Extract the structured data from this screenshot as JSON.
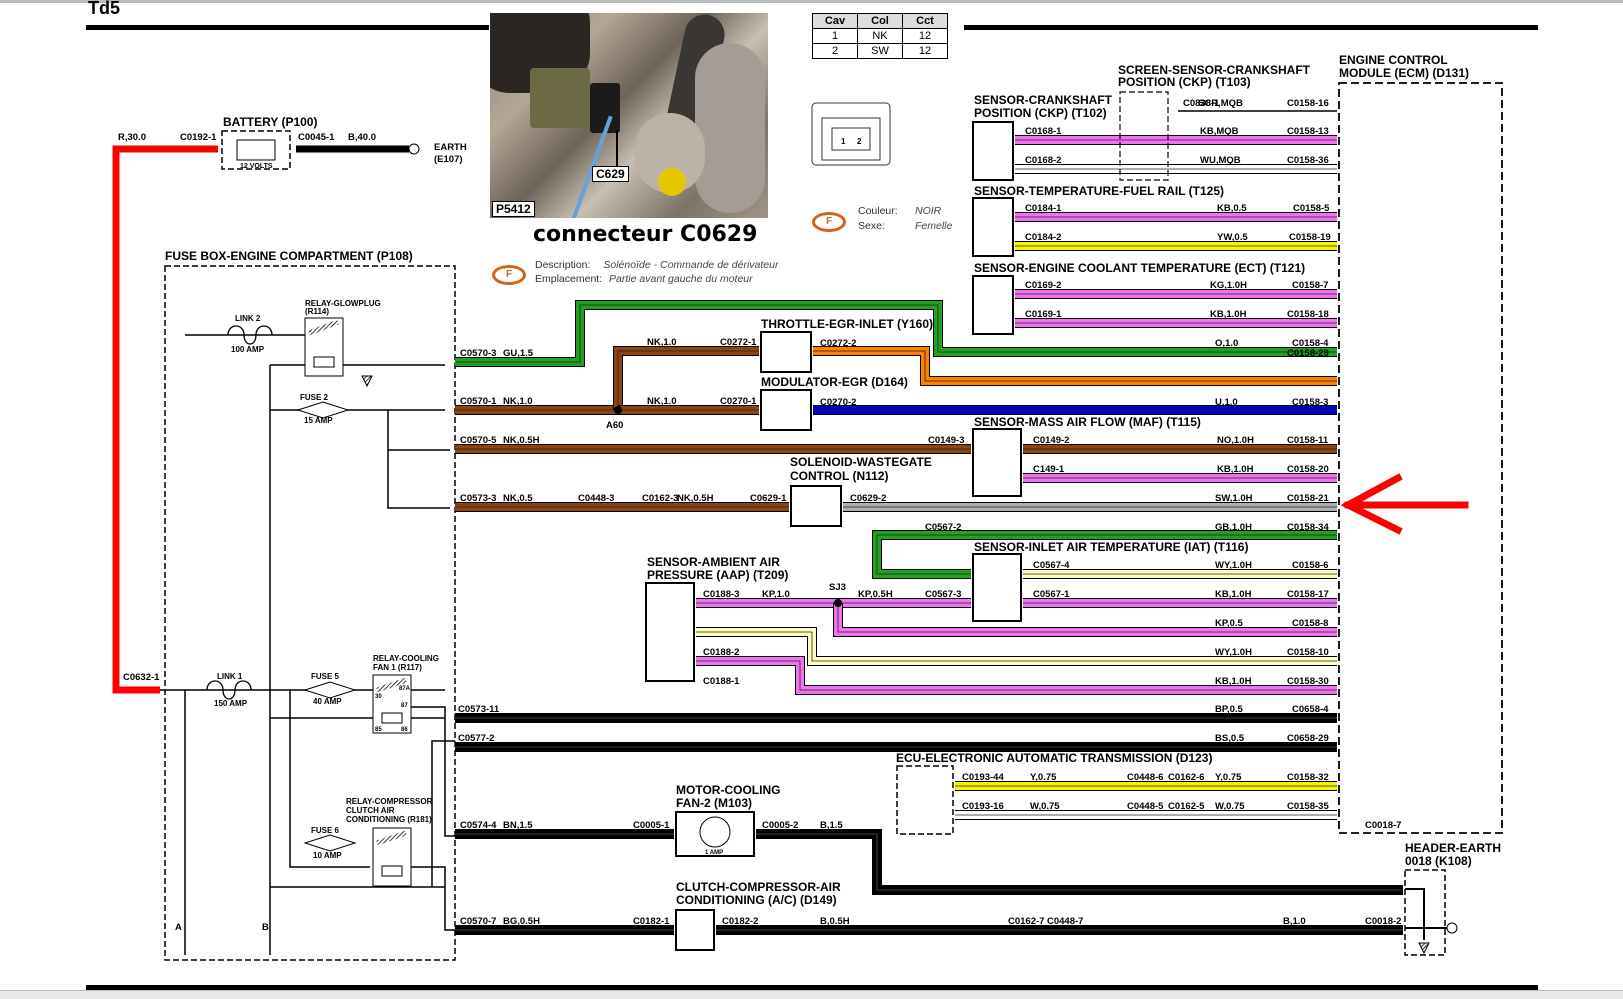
{
  "header": {
    "title": "Td5"
  },
  "photo": {
    "ref": "P5412",
    "pointer_label": "C629"
  },
  "connector": {
    "title": "connecteur C0629",
    "description_label": "Description:",
    "description_value": "Solénoïde - Commande de dérivateur",
    "location_label": "Emplacement:",
    "location_value": "Partie avant gauche du moteur",
    "color_label": "Couleur:",
    "color_value": "NOIR",
    "sex_label": "Sexe:",
    "sex_value": "Femelle",
    "badge": "F",
    "pin_labels": [
      "1",
      "2"
    ],
    "table": {
      "headers": [
        "Cav",
        "Col",
        "Cct"
      ],
      "rows": [
        [
          "1",
          "NK",
          "12"
        ],
        [
          "2",
          "SW",
          "12"
        ]
      ]
    }
  },
  "components": {
    "battery": {
      "title": "BATTERY (P100)",
      "volts": "12 VOLTS",
      "left_conn": "C0192-1",
      "right_conn": "C0045-1",
      "left_wire": "R,30.0",
      "right_wire": "B,40.0",
      "earth": "EARTH",
      "earth_id": "(E107)"
    },
    "fusebox": {
      "title": "FUSE BOX-ENGINE COMPARTMENT (P108)",
      "feed_conn": "C0632-1",
      "bus_a": "A",
      "bus_b": "B"
    },
    "link2": {
      "label": "LINK 2",
      "rating": "100 AMP"
    },
    "link1": {
      "label": "LINK 1",
      "rating": "150 AMP"
    },
    "fuse2": {
      "label": "FUSE 2",
      "rating": "15 AMP"
    },
    "fuse5": {
      "label": "FUSE 5",
      "rating": "40 AMP"
    },
    "fuse6": {
      "label": "FUSE 6",
      "rating": "10 AMP"
    },
    "relay_glowplug": {
      "title1": "RELAY-GLOWPLUG",
      "title2": "(R114)"
    },
    "relay_fan1": {
      "title1": "RELAY-COOLING",
      "title2": "FAN 1 (R117)"
    },
    "relay_ac": {
      "title1": "RELAY-COMPRESSOR",
      "title2": "CLUTCH AIR",
      "title3": "CONDITIONING (R181)"
    },
    "relay_pins": {
      "p30": "30",
      "p87a": "87A",
      "p87": "87",
      "p85": "85",
      "p86": "86"
    },
    "throttle": {
      "title": "THROTTLE-EGR-INLET (Y160)"
    },
    "modulator": {
      "title": "MODULATOR-EGR (D164)"
    },
    "splice_a60": "A60",
    "splice_sj3": "SJ3",
    "wastegate": {
      "title1": "SOLENOID-WASTEGATE",
      "title2": "CONTROL (N112)"
    },
    "ckp": {
      "title1": "SENSOR-CRANKSHAFT",
      "title2": "POSITION (CKP) (T102)"
    },
    "ckp_screen": {
      "title1": "SCREEN-SENSOR-CRANKSHAFT",
      "title2": "POSITION (CKP) (T103)"
    },
    "fuel_rail": {
      "title": "SENSOR-TEMPERATURE-FUEL RAIL (T125)"
    },
    "ect": {
      "title": "SENSOR-ENGINE COOLANT TEMPERATURE (ECT) (T121)"
    },
    "maf": {
      "title": "SENSOR-MASS AIR FLOW (MAF) (T115)"
    },
    "iat": {
      "title": "SENSOR-INLET AIR TEMPERATURE (IAT) (T116)"
    },
    "aap": {
      "title1": "SENSOR-AMBIENT AIR",
      "title2": "PRESSURE (AAP) (T209)"
    },
    "ecm": {
      "title1": "ENGINE CONTROL",
      "title2": "MODULE (ECM) (D131)"
    },
    "tcu": {
      "title": "ECU-ELECTRONIC AUTOMATIC TRANSMISSION (D123)"
    },
    "fan2": {
      "title1": "MOTOR-COOLING",
      "title2": "FAN-2 (M103)",
      "rating": "1 AMP"
    },
    "clutch": {
      "title1": "CLUTCH-COMPRESSOR-AIR",
      "title2": "CONDITIONING (A/C) (D149)"
    },
    "header_earth": {
      "title1": "HEADER-EARTH",
      "title2": "0018 (K108)"
    }
  },
  "wires": [
    {
      "id": "ckp-screen",
      "from": "C0838-1",
      "code": "SCR,MQB",
      "to": "C0158-16",
      "color": "#000000"
    },
    {
      "id": "ckp-1",
      "from": "C0168-1",
      "code": "KB,MQB",
      "to": "C0158-13",
      "color": "#ee74ee"
    },
    {
      "id": "ckp-2",
      "from": "C0168-2",
      "code": "WU,MQB",
      "to": "C0158-36",
      "color": "#ffffff"
    },
    {
      "id": "fuel-1",
      "from": "C0184-1",
      "code": "KB,0.5",
      "to": "C0158-5",
      "color": "#ee74ee"
    },
    {
      "id": "fuel-2",
      "from": "C0184-2",
      "code": "YW,0.5",
      "to": "C0158-19",
      "color": "#f5f500"
    },
    {
      "id": "ect-2",
      "from": "C0169-2",
      "code": "KG,1.0H",
      "to": "C0158-7",
      "color": "#ee74ee"
    },
    {
      "id": "ect-1",
      "from": "C0169-1",
      "code": "KB,1.0H",
      "to": "C0158-18",
      "color": "#ee74ee"
    },
    {
      "id": "gu",
      "from": "C0570-3",
      "code": "GU,1.5",
      "to": "C0158-29",
      "color": "#22a022"
    },
    {
      "id": "throttle-2",
      "from": "C0272-2",
      "code": "O,1.0",
      "to": "C0158-4",
      "color": "#ff8000"
    },
    {
      "id": "mod-2",
      "from": "C0270-2",
      "code": "U,1.0",
      "to": "C0158-3",
      "color": "#0000c8"
    },
    {
      "id": "nk-main",
      "from": "C0570-1",
      "code": "NK,1.0",
      "to": "A60",
      "color": "#8b4513"
    },
    {
      "id": "nk-throttle",
      "from": "A60",
      "code": "NK,1.0",
      "to": "C0272-1",
      "color": "#8b4513"
    },
    {
      "id": "nk-mod",
      "from": "A60",
      "code": "NK,1.0",
      "to": "C0270-1",
      "color": "#8b4513"
    },
    {
      "id": "nk-maf",
      "from": "C0570-5",
      "code": "NK,0.5H",
      "to": "C0149-3",
      "color": "#8b4513"
    },
    {
      "id": "maf-2",
      "from": "C0149-2",
      "code": "NO,1.0H",
      "to": "C0158-11",
      "color": "#8b4513"
    },
    {
      "id": "maf-1",
      "from": "C149-1",
      "code": "KB,1.0H",
      "to": "C0158-20",
      "color": "#ee74ee"
    },
    {
      "id": "wg-1a",
      "from": "C0573-3",
      "code": "NK,0.5",
      "to": "C0448-3",
      "color": "#8b4513"
    },
    {
      "id": "wg-1b",
      "from": "C0162-3",
      "code": "NK,0.5H",
      "to": "C0629-1",
      "color": "#8b4513"
    },
    {
      "id": "wg-2",
      "from": "C0629-2",
      "code": "SW,1.0H",
      "to": "C0158-21",
      "color": "#b0b0b0"
    },
    {
      "id": "gb",
      "from": "C0567-2",
      "code": "GB,1.0H",
      "to": "C0158-34",
      "color": "#22a022"
    },
    {
      "id": "iat-4",
      "from": "C0567-4",
      "code": "WY,1.0H",
      "to": "C0158-6",
      "color": "#ffffc0"
    },
    {
      "id": "iat-1",
      "from": "C0567-1",
      "code": "KB,1.0H",
      "to": "C0158-17",
      "color": "#ee74ee"
    },
    {
      "id": "aap-3",
      "from": "C0188-3",
      "code": "KP,1.0",
      "to": "SJ3",
      "color": "#ee74ee"
    },
    {
      "id": "sj3-iat",
      "from": "SJ3",
      "code": "KP,0.5H",
      "to": "C0567-3",
      "color": "#ee74ee"
    },
    {
      "id": "sj3-ecm",
      "from": "SJ3",
      "code": "KP,0.5",
      "to": "C0158-8",
      "color": "#ee74ee"
    },
    {
      "id": "aap-2",
      "from": "C0188-2",
      "code": "WY,1.0H",
      "to": "C0158-10",
      "color": "#ffffc0"
    },
    {
      "id": "aap-1",
      "from": "C0188-1",
      "code": "KB,1.0H",
      "to": "C0158-30",
      "color": "#ee74ee"
    },
    {
      "id": "bp",
      "from": "C0573-11",
      "code": "BP,0.5",
      "to": "C0658-4",
      "color": "#000000"
    },
    {
      "id": "bs",
      "from": "C0577-2",
      "code": "BS,0.5",
      "to": "C0658-29",
      "color": "#000000"
    },
    {
      "id": "tcu-y1",
      "from": "C0193-44",
      "code": "Y,0.75",
      "to": "C0448-6",
      "color": "#f5f500"
    },
    {
      "id": "tcu-y2",
      "from": "C0162-6",
      "code": "Y,0.75",
      "to": "C0158-32",
      "color": "#f5f500"
    },
    {
      "id": "tcu-w1",
      "from": "C0193-16",
      "code": "W,0.75",
      "to": "C0448-5",
      "color": "#ffffff"
    },
    {
      "id": "tcu-w2",
      "from": "C0162-5",
      "code": "W,0.75",
      "to": "C0158-35",
      "color": "#ffffff"
    },
    {
      "id": "fan-1",
      "from": "C0574-4",
      "code": "BN,1.5",
      "to": "C0005-1",
      "color": "#000000"
    },
    {
      "id": "fan-2",
      "from": "C0005-2",
      "code": "B,1.5",
      "to": "C0018-7",
      "color": "#000000"
    },
    {
      "id": "clutch-1",
      "from": "C0570-7",
      "code": "BG,0.5H",
      "to": "C0182-1",
      "color": "#000000"
    },
    {
      "id": "clutch-2a",
      "from": "C0182-2",
      "code": "B,0.5H",
      "to": "C0162-7",
      "color": "#000000"
    },
    {
      "id": "clutch-2b",
      "from": "C0448-7",
      "code": "B,1.0",
      "to": "C0018-2",
      "color": "#000000"
    }
  ],
  "annotation": {
    "arrow_target": "C0158-21",
    "arrow_color": "#ff0000"
  }
}
